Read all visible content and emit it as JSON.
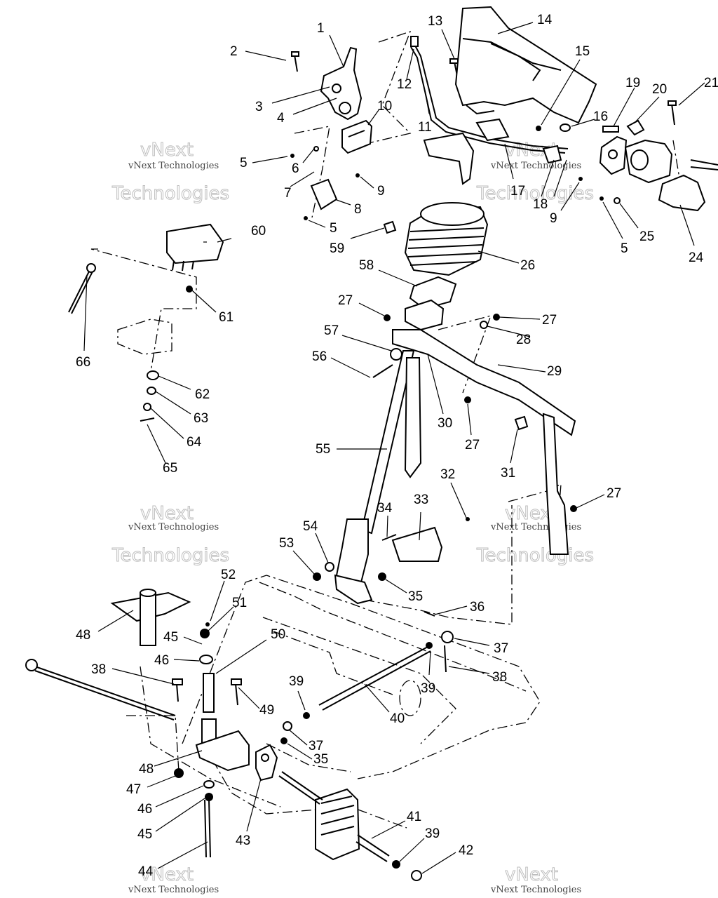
{
  "watermark": {
    "line1": "vNext",
    "line2": "vNext Technologies",
    "line3": "Technologies"
  },
  "callouts": [
    {
      "id": "c1",
      "text": "1"
    },
    {
      "id": "c2",
      "text": "2"
    },
    {
      "id": "c3",
      "text": "3"
    },
    {
      "id": "c4",
      "text": "4"
    },
    {
      "id": "c5a",
      "text": "5"
    },
    {
      "id": "c5b",
      "text": "5"
    },
    {
      "id": "c5c",
      "text": "5"
    },
    {
      "id": "c6",
      "text": "6"
    },
    {
      "id": "c7",
      "text": "7"
    },
    {
      "id": "c8",
      "text": "8"
    },
    {
      "id": "c9a",
      "text": "9"
    },
    {
      "id": "c9b",
      "text": "9"
    },
    {
      "id": "c10",
      "text": "10"
    },
    {
      "id": "c11",
      "text": "11"
    },
    {
      "id": "c12",
      "text": "12"
    },
    {
      "id": "c13",
      "text": "13"
    },
    {
      "id": "c14",
      "text": "14"
    },
    {
      "id": "c15",
      "text": "15"
    },
    {
      "id": "c16",
      "text": "16"
    },
    {
      "id": "c17",
      "text": "17"
    },
    {
      "id": "c18",
      "text": "18"
    },
    {
      "id": "c19",
      "text": "19"
    },
    {
      "id": "c20",
      "text": "20"
    },
    {
      "id": "c21",
      "text": "21"
    },
    {
      "id": "c24",
      "text": "24"
    },
    {
      "id": "c25",
      "text": "25"
    },
    {
      "id": "c26",
      "text": "26"
    },
    {
      "id": "c27a",
      "text": "27"
    },
    {
      "id": "c27b",
      "text": "27"
    },
    {
      "id": "c27c",
      "text": "27"
    },
    {
      "id": "c27d",
      "text": "27"
    },
    {
      "id": "c28",
      "text": "28"
    },
    {
      "id": "c29",
      "text": "29"
    },
    {
      "id": "c30",
      "text": "30"
    },
    {
      "id": "c31",
      "text": "31"
    },
    {
      "id": "c32",
      "text": "32"
    },
    {
      "id": "c33",
      "text": "33"
    },
    {
      "id": "c34",
      "text": "34"
    },
    {
      "id": "c35a",
      "text": "35"
    },
    {
      "id": "c35b",
      "text": "35"
    },
    {
      "id": "c36",
      "text": "36"
    },
    {
      "id": "c37a",
      "text": "37"
    },
    {
      "id": "c37b",
      "text": "37"
    },
    {
      "id": "c38a",
      "text": "38"
    },
    {
      "id": "c38b",
      "text": "38"
    },
    {
      "id": "c39a",
      "text": "39"
    },
    {
      "id": "c39b",
      "text": "39"
    },
    {
      "id": "c39c",
      "text": "39"
    },
    {
      "id": "c40",
      "text": "40"
    },
    {
      "id": "c41",
      "text": "41"
    },
    {
      "id": "c42",
      "text": "42"
    },
    {
      "id": "c43",
      "text": "43"
    },
    {
      "id": "c44",
      "text": "44"
    },
    {
      "id": "c45a",
      "text": "45"
    },
    {
      "id": "c45b",
      "text": "45"
    },
    {
      "id": "c46a",
      "text": "46"
    },
    {
      "id": "c46b",
      "text": "46"
    },
    {
      "id": "c47",
      "text": "47"
    },
    {
      "id": "c48a",
      "text": "48"
    },
    {
      "id": "c48b",
      "text": "48"
    },
    {
      "id": "c49",
      "text": "49"
    },
    {
      "id": "c50",
      "text": "50"
    },
    {
      "id": "c51",
      "text": "51"
    },
    {
      "id": "c52",
      "text": "52"
    },
    {
      "id": "c53",
      "text": "53"
    },
    {
      "id": "c54",
      "text": "54"
    },
    {
      "id": "c55",
      "text": "55"
    },
    {
      "id": "c56",
      "text": "56"
    },
    {
      "id": "c57",
      "text": "57"
    },
    {
      "id": "c58",
      "text": "58"
    },
    {
      "id": "c59",
      "text": "59"
    },
    {
      "id": "c60",
      "text": "60"
    },
    {
      "id": "c61",
      "text": "61"
    },
    {
      "id": "c62",
      "text": "62"
    },
    {
      "id": "c63",
      "text": "63"
    },
    {
      "id": "c64",
      "text": "64"
    },
    {
      "id": "c65",
      "text": "65"
    },
    {
      "id": "c66",
      "text": "66"
    }
  ]
}
